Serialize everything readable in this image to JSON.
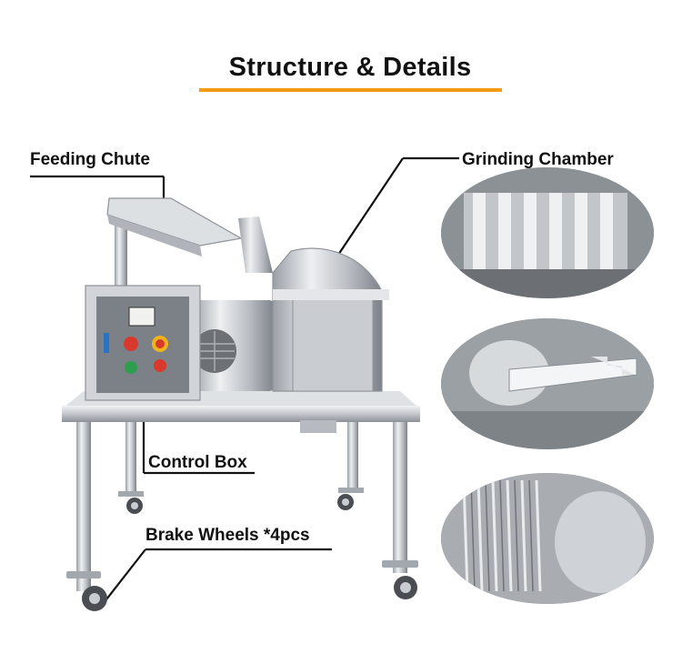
{
  "header": {
    "title": "Structure & Details",
    "accent_color": "#f39c12"
  },
  "callouts": {
    "feeding_chute": "Feeding Chute",
    "grinding_chamber": "Grinding Chamber",
    "control_box": "Control Box",
    "brake_wheels": "Brake Wheels *4pcs"
  },
  "detail_views": [
    {
      "name": "grinding-rotor-detail"
    },
    {
      "name": "grinding-blade-detail"
    },
    {
      "name": "screen-chamber-detail"
    }
  ]
}
